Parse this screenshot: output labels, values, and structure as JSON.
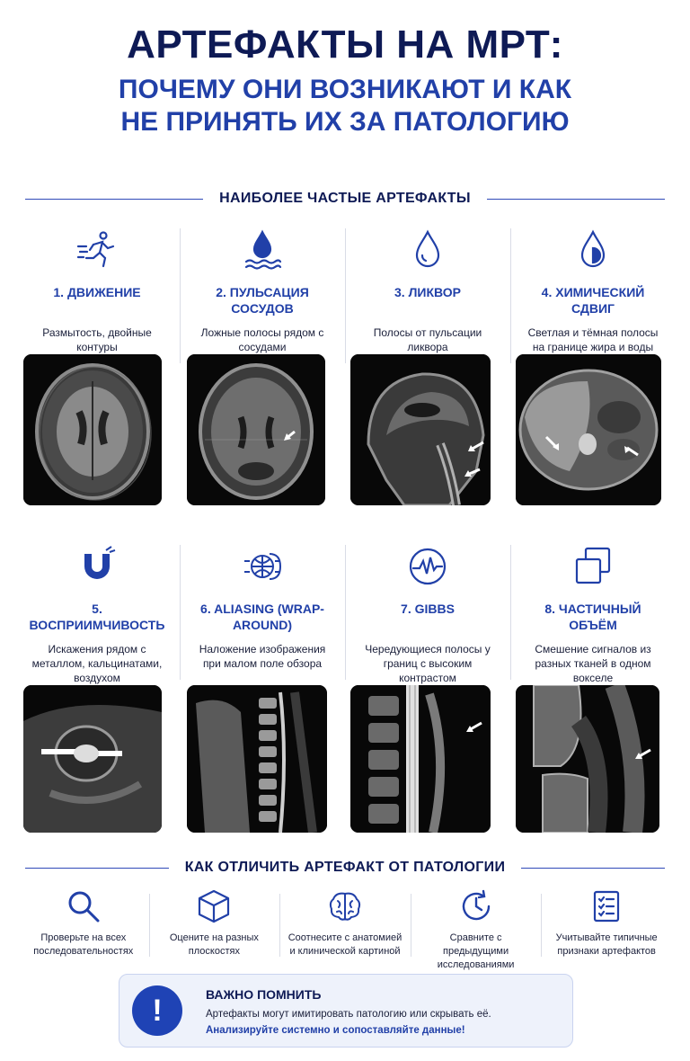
{
  "header": {
    "title": "АРТЕФАКТЫ НА МРТ:",
    "subtitle_line1": "ПОЧЕМУ ОНИ ВОЗНИКАЮТ И КАК",
    "subtitle_line2": "НЕ ПРИНЯТЬ ИХ ЗА ПАТОЛОГИЮ"
  },
  "section1": {
    "title": "НАИБОЛЕЕ ЧАСТЫЕ АРТЕФАКТЫ"
  },
  "artifacts": [
    {
      "title": "1. ДВИЖЕНИЕ",
      "desc": "Размытость, двойные контуры",
      "icon": "running-person-icon",
      "image": "brain-axial-mri"
    },
    {
      "title": "2. ПУЛЬСАЦИЯ СОСУДОВ",
      "desc": "Ложные полосы рядом с сосудами",
      "icon": "drop-waves-icon",
      "image": "brain-axial-mri-arrow"
    },
    {
      "title": "3. ЛИКВОР",
      "desc": "Полосы от пульсации ликвора",
      "icon": "water-drop-icon",
      "image": "sagittal-head-neck-mri"
    },
    {
      "title": "4. ХИМИЧЕСКИЙ СДВИГ",
      "desc": "Светлая и тёмная полосы на границе жира и воды",
      "icon": "half-drop-icon",
      "image": "abdominal-axial-mri"
    },
    {
      "title": "5. ВОСПРИИМЧИВОСТЬ",
      "desc": "Искажения рядом с металлом, кальцинатами, воздухом",
      "icon": "magnet-icon",
      "image": "shoulder-mri"
    },
    {
      "title": "6. ALIASING (WRAP-AROUND)",
      "desc": "Наложение изображения при малом поле обзора",
      "icon": "wrap-around-icon",
      "image": "spine-sagittal-mri"
    },
    {
      "title": "7. GIBBS",
      "desc": "Чередующиеся полосы у границ с высоким контрастом",
      "icon": "waveform-icon",
      "image": "lumbar-spine-mri"
    },
    {
      "title": "8. ЧАСТИЧНЫЙ ОБЪЁМ",
      "desc": "Смешение сигналов из разных тканей в одном вокселе",
      "icon": "overlapping-squares-icon",
      "image": "knee-sagittal-mri"
    }
  ],
  "section2": {
    "title": "КАК ОТЛИЧИТЬ АРТЕФАКТ ОТ ПАТОЛОГИИ"
  },
  "tips": [
    {
      "text": "Проверьте на всех последовательностях",
      "icon": "magnifier-icon"
    },
    {
      "text": "Оцените на разных плоскостях",
      "icon": "cube-icon"
    },
    {
      "text": "Соотнесите с анатомией и клинической картиной",
      "icon": "brain-icon"
    },
    {
      "text": "Сравните с предыдущими исследованиями",
      "icon": "clock-history-icon"
    },
    {
      "text": "Учитывайте типичные признаки артефактов",
      "icon": "checklist-icon"
    }
  ],
  "important": {
    "badge": "!",
    "title": "ВАЖНО ПОМНИТЬ",
    "line1": "Артефакты могут имитировать патологию или скрывать её.",
    "line2": "Анализируйте системно и сопоставляйте данные!"
  },
  "colors": {
    "navy": "#0e1a55",
    "blue": "#2140a8",
    "accent": "#1f43b5",
    "panel": "#eef2fb"
  }
}
